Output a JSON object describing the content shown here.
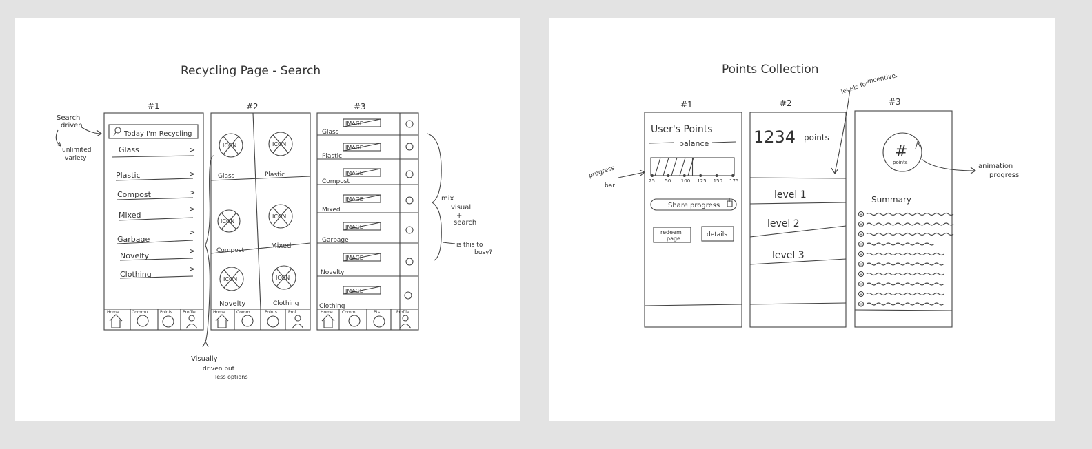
{
  "left_page": {
    "title": "Recycling Page - Search",
    "panel1": {
      "label": "#1",
      "search_text": "Today I'm Recycling",
      "items": [
        {
          "label": "Glass",
          "arrow": ">"
        },
        {
          "label": "Plastic",
          "arrow": ">"
        },
        {
          "label": "Compost",
          "arrow": ">"
        },
        {
          "label": "Mixed",
          "arrow": ">"
        },
        {
          "label": "Garbage",
          "arrow": ">"
        },
        {
          "label": "Novelty",
          "arrow": ">"
        },
        {
          "label": "Clothing",
          "arrow": ">"
        }
      ],
      "nav": [
        "Home",
        "Commu.",
        "Points",
        "Profile"
      ]
    },
    "panel2": {
      "label": "#2",
      "icon_text": "ICON",
      "cells": [
        "Glass",
        "Plastic",
        "Compost",
        "Mixed",
        "Novelty",
        "Clothing"
      ],
      "nav": [
        "Home",
        "Comm.",
        "Points",
        "Prof."
      ]
    },
    "panel3": {
      "label": "#3",
      "image_text": "IMAGE",
      "rows": [
        "Glass",
        "Plastic",
        "Compost",
        "Mixed",
        "Garbage",
        "Novelty",
        "Clothing"
      ],
      "nav": [
        "Home",
        "Comm.",
        "Pts",
        "Profile"
      ]
    },
    "notes": {
      "search_driven": [
        "Search",
        "driven"
      ],
      "unlimited_variety": [
        "unlimited",
        "variety"
      ],
      "visually_driven": [
        "Visually",
        "driven but",
        "less options"
      ],
      "mix": [
        "mix",
        "visual",
        "+",
        "search"
      ],
      "too_busy": [
        "is this to",
        "busy?"
      ]
    }
  },
  "right_page": {
    "title": "Points Collection",
    "panel1": {
      "label": "#1",
      "heading": "User's Points",
      "subheading": "balance",
      "progress_ticks": [
        "25",
        "50",
        "100",
        "125",
        "150",
        "175"
      ],
      "progress_fill": 0.5,
      "share_button": "Share progress",
      "redeem_button": [
        "redeem",
        "page"
      ],
      "details_button": "details"
    },
    "panel2": {
      "label": "#2",
      "points_number": "1234",
      "points_word": "points",
      "levels": [
        "level 1",
        "level 2",
        "level 3"
      ]
    },
    "panel3": {
      "label": "#3",
      "circle_symbol": "#",
      "circle_text": "points",
      "summary_label": "Summary",
      "summary_marks": [
        "+",
        "+",
        "+",
        "+",
        "+",
        "+",
        "+",
        "+",
        "+",
        "+"
      ]
    },
    "notes": {
      "progress_bar": [
        "progress",
        "bar"
      ],
      "levels_incentive": [
        "levels for",
        "incentive."
      ],
      "animation_progress": [
        "animation",
        "progress"
      ]
    }
  }
}
